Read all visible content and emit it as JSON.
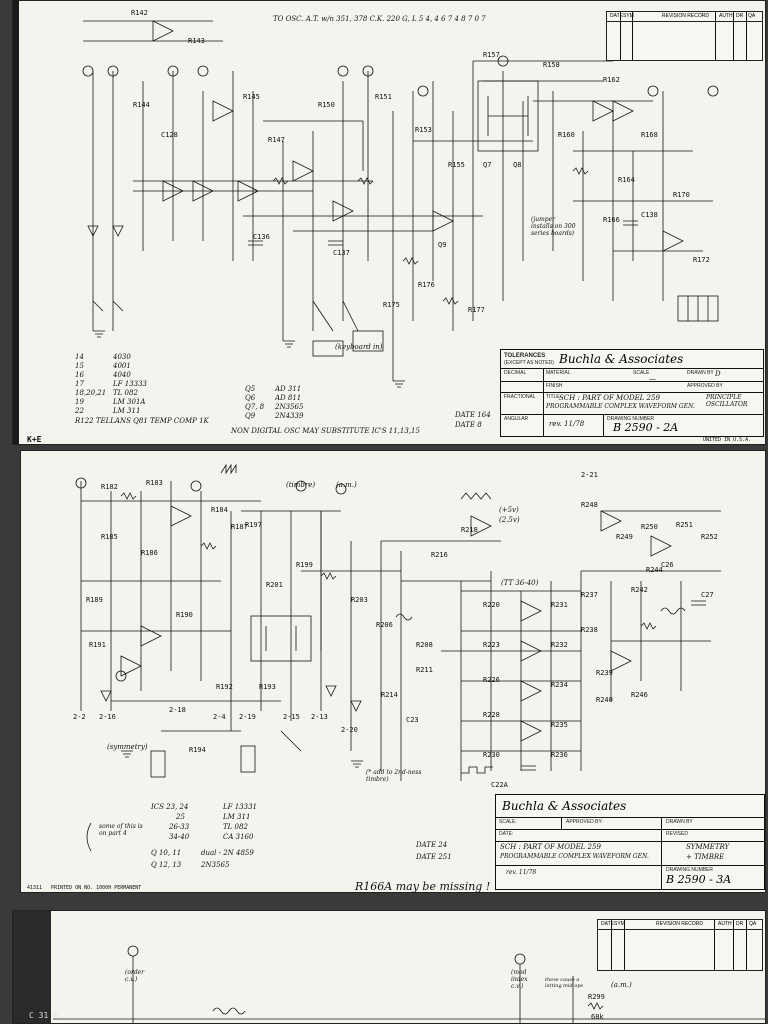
{
  "sheet1": {
    "top_note": "TO OSC. A.T. w/n 351, 378 C.K. 220 G, L 5 4, 4 6 7 4 8 7 0 7",
    "rev_header": {
      "date": "DATE",
      "sym": "SYM",
      "revision": "REVISION RECORD",
      "auth": "AUTH",
      "drw": "DR",
      "qa": "QA"
    },
    "labels": [
      "R142",
      "R143",
      "R144",
      "C128",
      "R145",
      "R147",
      "R150",
      "R151",
      "R153",
      "R155",
      "R157",
      "R158",
      "R160",
      "R162",
      "R164",
      "R166",
      "R168",
      "R170",
      "R172",
      "C136",
      "C137",
      "C138",
      "R175",
      "R176",
      "R177",
      "Q7",
      "Q8",
      "Q9"
    ],
    "ic_table": [
      {
        "ref": "14",
        "part": "4030"
      },
      {
        "ref": "15",
        "part": "4001"
      },
      {
        "ref": "16",
        "part": "4040"
      },
      {
        "ref": "17",
        "part": "LF 13333"
      },
      {
        "ref": "18,20,21",
        "part": "TL 082"
      },
      {
        "ref": "19",
        "part": "LM 301A"
      },
      {
        "ref": "22",
        "part": "LM 311"
      }
    ],
    "transistors": [
      {
        "ref": "Q5",
        "part": "AD 311"
      },
      {
        "ref": "Q6",
        "part": "AD 811"
      },
      {
        "ref": "Q7, 8",
        "part": "2N3565"
      },
      {
        "ref": "Q9",
        "part": "2N4339"
      }
    ],
    "r122_note": "R122 TELLANS Q81 TEMP COMP 1K",
    "digital_note": "NON DIGITAL OSC MAY SUBSTITUTE IC'S 11,13,15",
    "date_codes": [
      "DATE 164",
      "DATE 8"
    ],
    "keyboard_note": "(keyboard in)",
    "jumper_note": "(jumper installs on 300 series boards)",
    "title_block": {
      "tolerances": "TOLERANCES",
      "except": "(EXCEPT AS NOTED)",
      "decimal": "DECIMAL",
      "fractional": "FRACTIONAL",
      "angular": "ANGULAR",
      "company": "Buchla & Associates",
      "material": "MATERIAL",
      "finish": "FINISH",
      "scale_lbl": "SCALE",
      "scale_val": "—",
      "drawn_lbl": "DRAWN BY",
      "drawn_val": "D",
      "approved_lbl": "APPROVED BY",
      "title_lbl": "TITLE",
      "title_line1": "SCH : PART OF MODEL 259",
      "title_line2": "PROGRAMMABLE COMPLEX WAVEFORM GEN.",
      "title_right": "PRINCIPLE OSCILLATOR",
      "date_val": "rev. 11/78",
      "drawing_lbl": "DRAWING NUMBER",
      "drawing_val": "B 2590 - 2A"
    },
    "footer_left": "K+E",
    "footer_right": "UNITED IN U.S.A."
  },
  "sheet2": {
    "labels": [
      "R182",
      "R183",
      "R184",
      "R185",
      "R186",
      "R187",
      "R189",
      "R190",
      "R191",
      "R192",
      "R193",
      "R194",
      "R197",
      "R199",
      "R201",
      "R203",
      "R206",
      "R208",
      "R211",
      "R214",
      "R216",
      "R218",
      "R220",
      "R223",
      "R226",
      "R228",
      "R230",
      "R231",
      "R232",
      "R234",
      "R235",
      "R236",
      "R237",
      "R238",
      "R239",
      "R240",
      "R242",
      "R244",
      "R246",
      "R248",
      "R249",
      "R250",
      "R251",
      "R252",
      "C22A",
      "C23",
      "C26",
      "C27"
    ],
    "waveform_notes": [
      "(+5v)",
      "(2.5v)",
      "(TT 36-40)",
      "(timbre)",
      "(a.m.)"
    ],
    "nodes": [
      "2-2",
      "2-16",
      "2-18",
      "2-4",
      "2-19",
      "2-15",
      "2-13",
      "2-20",
      "2-21"
    ],
    "ic_table": [
      {
        "ref": "ICS 23, 24",
        "part": "LF 13331"
      },
      {
        "ref": "25",
        "part": "LM 311"
      },
      {
        "ref": "26-33",
        "part": "TL 082"
      },
      {
        "ref": "34-40",
        "part": "CA 3160"
      }
    ],
    "q_table": [
      {
        "ref": "Q 10, 11",
        "part": "dual - 2N 4859"
      },
      {
        "ref": "Q 12, 13",
        "part": "2N3565"
      }
    ],
    "side_note": "some of this is on part 4",
    "add_note": "(* add to 2nd-ness timbre)",
    "date_codes": [
      "DATE 24",
      "DATE 251"
    ],
    "symmetry_note": "(symmetry)",
    "title_block": {
      "company": "Buchla & Associates",
      "scale_lbl": "SCALE:",
      "approved_lbl": "APPROVED BY:",
      "drawn_lbl": "DRAWN BY",
      "date_lbl": "DATE:",
      "revised_lbl": "REVISED",
      "title_line1": "SCH : PART OF MODEL 259",
      "title_line2": "PROGRAMMABLE COMPLEX WAVEFORM GEN.",
      "title_right1": "SYMMETRY",
      "title_right2": "+ TIMBRE",
      "date_val": "rev. 11/78",
      "drawing_lbl": "DRAWING NUMBER",
      "drawing_val": "B 2590 - 3A"
    },
    "footer_left": "41311",
    "footer_mid": "PRINTED ON NO. 1000H PERMANENT"
  },
  "handwritten_note": "R166A may be missing !",
  "sheet3": {
    "rev_header": {
      "date": "DATE",
      "sym": "SYM",
      "revision": "REVISION RECORD",
      "auth": "AUTH",
      "drw": "DR",
      "qa": "QA"
    },
    "labels": [
      "(order c.v.)",
      "(mod index c.v.)",
      "(a.m.)",
      "R299",
      "68k",
      "these cause a letting mid ops"
    ],
    "bottom_left": "C 31 ⊙"
  }
}
